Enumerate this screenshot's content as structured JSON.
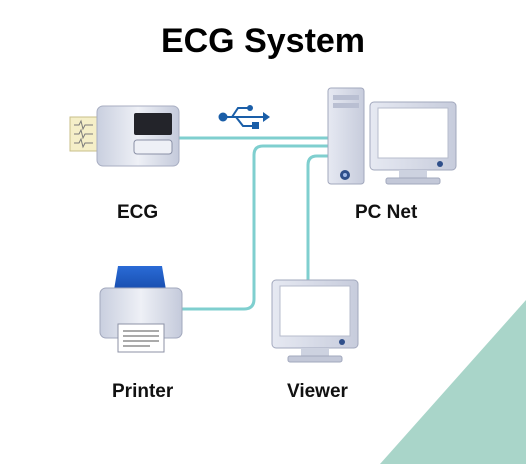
{
  "title": "ECG System",
  "nodes": {
    "ecg": "ECG",
    "pc_net": "PC Net",
    "printer": "Printer",
    "viewer": "Viewer"
  },
  "colors": {
    "cable": "#7fcfcf",
    "accent_corner": "#a9d5c9",
    "usb": "#1a5ea8",
    "device_body": "#dfe3ee",
    "screen": "#ffffff"
  },
  "icons": [
    "usb-icon",
    "ecg-device-icon",
    "pc-tower-icon",
    "monitor-icon",
    "printer-icon",
    "viewer-monitor-icon"
  ]
}
